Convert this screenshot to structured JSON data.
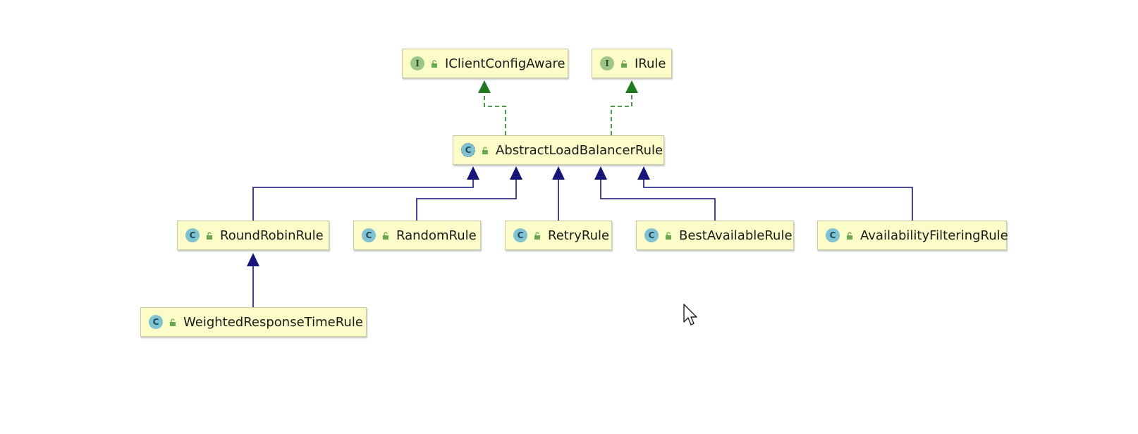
{
  "diagram": {
    "nodes": {
      "iclientconfigaware": {
        "badge": "I",
        "name": "IClientConfigAware",
        "kind": "interface"
      },
      "irule": {
        "badge": "I",
        "name": "IRule",
        "kind": "interface"
      },
      "abstract": {
        "badge": "C",
        "name": "AbstractLoadBalancerRule",
        "kind": "abstract-class"
      },
      "roundrobin": {
        "badge": "C",
        "name": "RoundRobinRule",
        "kind": "class"
      },
      "random": {
        "badge": "C",
        "name": "RandomRule",
        "kind": "class"
      },
      "retry": {
        "badge": "C",
        "name": "RetryRule",
        "kind": "class"
      },
      "bestavailable": {
        "badge": "C",
        "name": "BestAvailableRule",
        "kind": "class"
      },
      "availabilityfiltering": {
        "badge": "C",
        "name": "AvailabilityFilteringRule",
        "kind": "class"
      },
      "weightedresponsetime": {
        "badge": "C",
        "name": "WeightedResponseTimeRule",
        "kind": "class"
      }
    },
    "edges": [
      {
        "from": "AbstractLoadBalancerRule",
        "to": "IClientConfigAware",
        "type": "implements"
      },
      {
        "from": "AbstractLoadBalancerRule",
        "to": "IRule",
        "type": "implements"
      },
      {
        "from": "RoundRobinRule",
        "to": "AbstractLoadBalancerRule",
        "type": "extends"
      },
      {
        "from": "RandomRule",
        "to": "AbstractLoadBalancerRule",
        "type": "extends"
      },
      {
        "from": "RetryRule",
        "to": "AbstractLoadBalancerRule",
        "type": "extends"
      },
      {
        "from": "BestAvailableRule",
        "to": "AbstractLoadBalancerRule",
        "type": "extends"
      },
      {
        "from": "AvailabilityFilteringRule",
        "to": "AbstractLoadBalancerRule",
        "type": "extends"
      },
      {
        "from": "WeightedResponseTimeRule",
        "to": "RoundRobinRule",
        "type": "extends"
      }
    ]
  },
  "colors": {
    "node_fill": "#fcfcc8",
    "node_border": "#c9c9a6",
    "implements_line": "#1f7a1f",
    "extends_line": "#15157a",
    "class_badge": "#7fc3d3",
    "interface_badge": "#9fc48a",
    "lock_icon": "#6aa84f"
  }
}
